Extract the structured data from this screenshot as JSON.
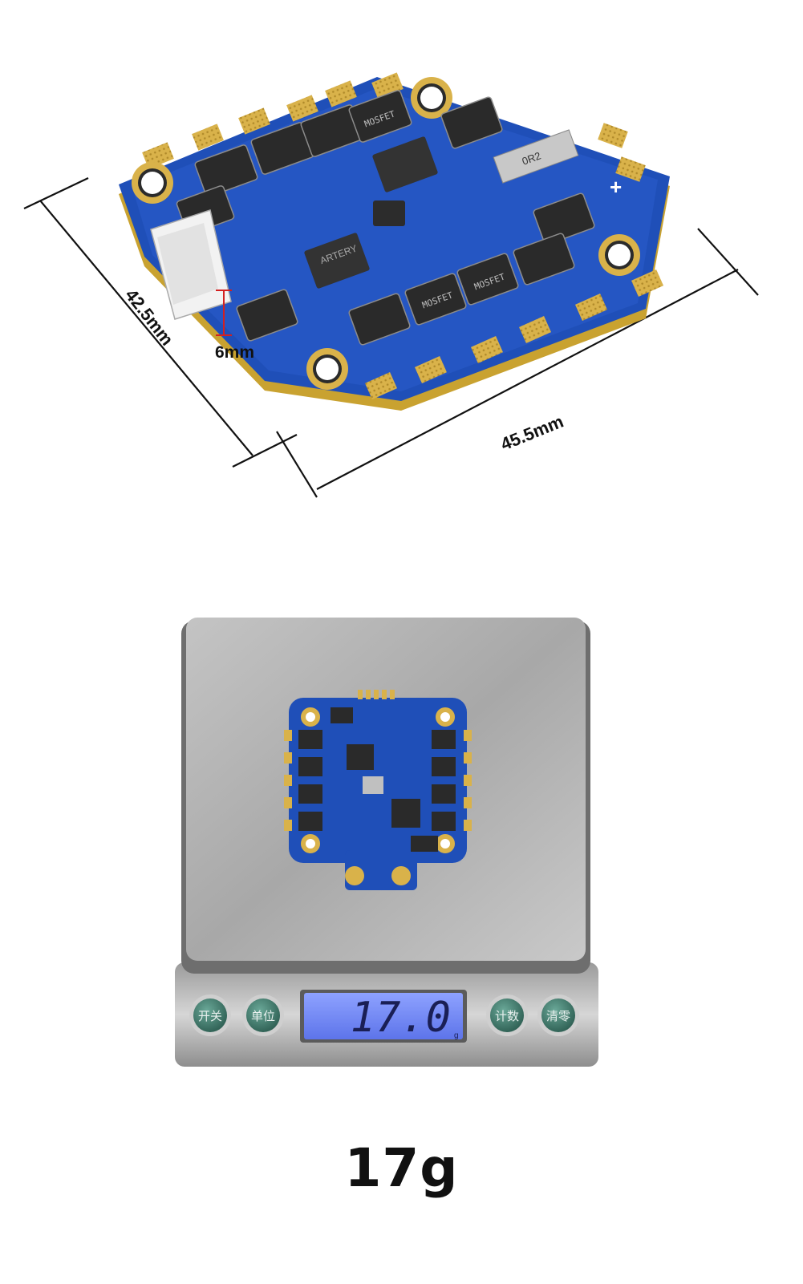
{
  "dimensions": {
    "width_label": "45.5mm",
    "depth_label": "42.5mm",
    "height_label": "6mm",
    "component_label": "MOSFET",
    "chip_label": "ARTERY",
    "inductor_label": "0R2",
    "polarity": "+"
  },
  "scale": {
    "display_value": "17.0",
    "display_unit": "g",
    "buttons": [
      {
        "label": "开关"
      },
      {
        "label": "单位"
      },
      {
        "label": "计数"
      },
      {
        "label": "清零"
      }
    ]
  },
  "weight_caption": "17g",
  "colors": {
    "pcb": "#1f4fb8",
    "pad": "#d9b24a",
    "display": "#6f86f5",
    "button": "#3f7f70"
  }
}
